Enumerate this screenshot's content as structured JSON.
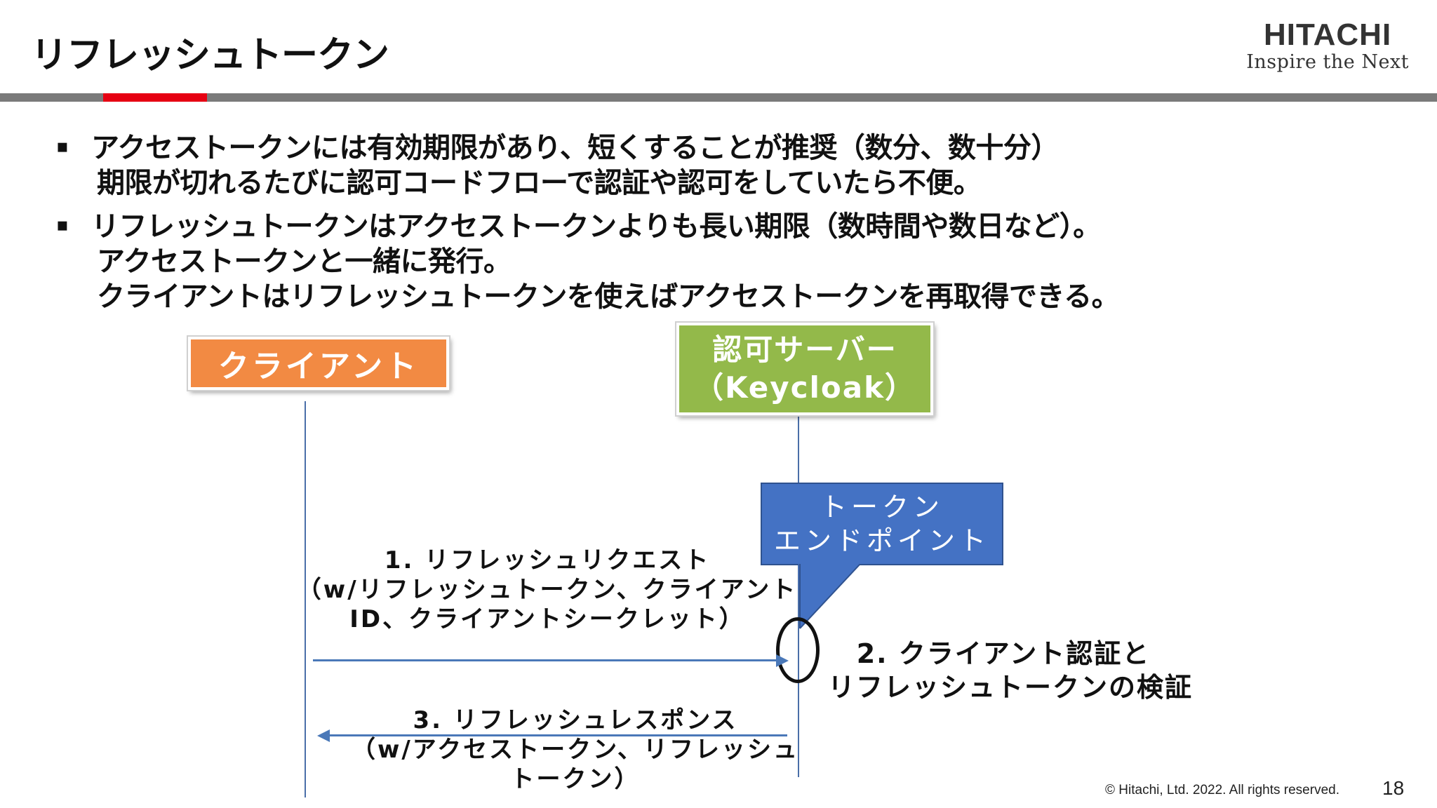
{
  "slide": {
    "title": "リフレッシュトークン",
    "page_number": "18",
    "copyright": "© Hitachi, Ltd. 2022. All rights reserved."
  },
  "brand": {
    "name": "HITACHI",
    "tagline": "Inspire the Next",
    "colors": {
      "accent_red": "#e60012",
      "rule_gray": "#7a7a7a"
    }
  },
  "bullets": [
    {
      "marker": "▪",
      "lines": [
        "アクセストークンには有効期限があり、短くすることが推奨（数分、数十分）",
        "期限が切れるたびに認可コードフローで認証や認可をしていたら不便。"
      ]
    },
    {
      "marker": "▪",
      "lines": [
        "リフレッシュトークンはアクセストークンよりも長い期限（数時間や数日など）。",
        "アクセストークンと一緒に発行。",
        "クライアントはリフレッシュトークンを使えばアクセストークンを再取得できる。"
      ]
    }
  ],
  "diagram": {
    "client": {
      "label": "クライアント",
      "color": "#f28a43"
    },
    "server": {
      "line1": "認可サーバー",
      "line2": "（Keycloak）",
      "color": "#93b94a"
    },
    "callout": {
      "line1": "トークン",
      "line2": "エンドポイント",
      "color": "#4472c4"
    },
    "request": {
      "line1": "1. リフレッシュリクエスト",
      "line2": "（w/リフレッシュトークン、クライアント",
      "line3": "ID、クライアントシークレット）"
    },
    "verify": {
      "line1": "2. クライアント認証と",
      "line2": "リフレッシュトークンの検証"
    },
    "response": {
      "line1": "3. リフレッシュレスポンス",
      "line2": "（w/アクセストークン、リフレッシュ",
      "line3": "トークン）"
    },
    "arrow_color": "#4a78b8"
  }
}
